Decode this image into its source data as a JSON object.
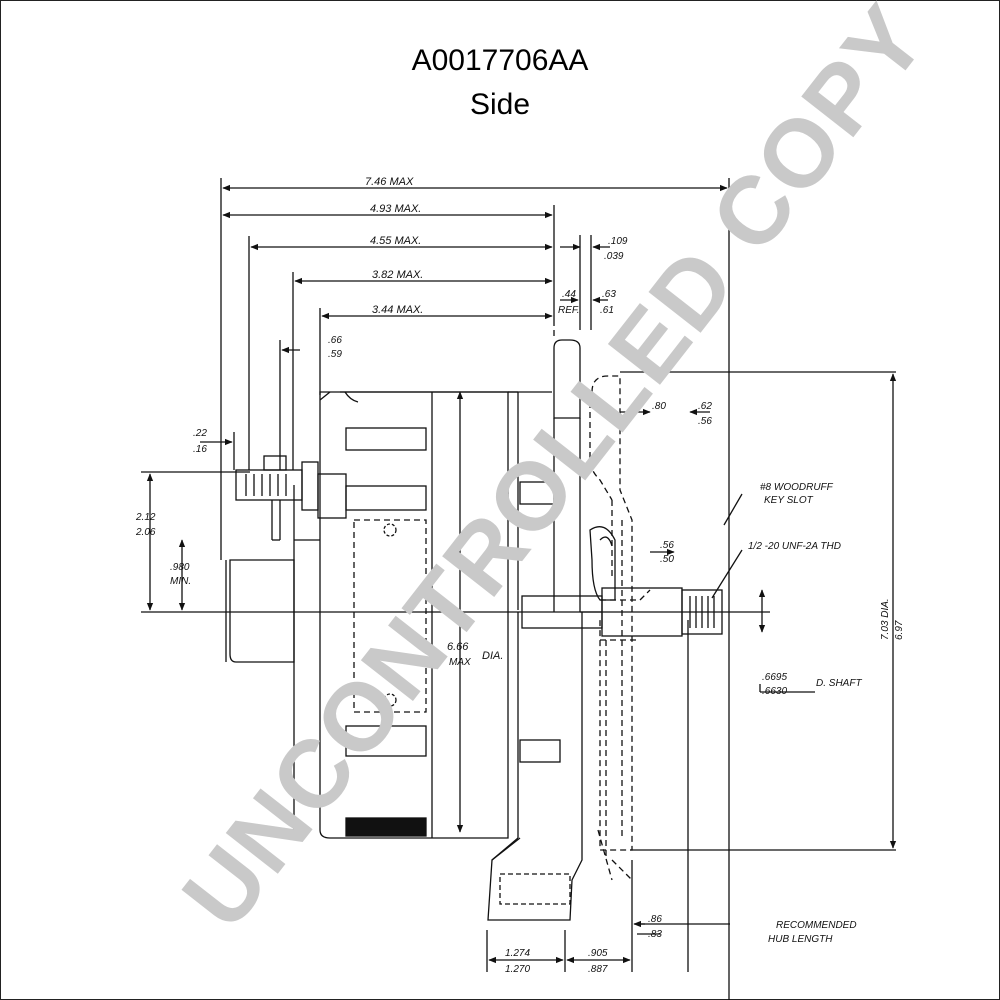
{
  "header": {
    "part_number": "A0017706AA",
    "view": "Side"
  },
  "watermark": "UNCONTROLLED COPY",
  "dimensions": {
    "overall_max": "7.46 MAX",
    "d493": "4.93 MAX.",
    "d455": "4.55 MAX.",
    "d382": "3.82 MAX.",
    "d344": "3.44 MAX.",
    "d109": ".109",
    "d039": ".039",
    "d44": ".44",
    "ref": "REF.",
    "d63": ".63",
    "d61": ".61",
    "d66": ".66",
    "d59": ".59",
    "d22": ".22",
    "d16": ".16",
    "d212": "2.12",
    "d206": "2.06",
    "d980": ".980",
    "min": "MIN.",
    "d80": ".80",
    "d62": ".62",
    "d56": ".56",
    "d56b": ".56",
    "d50": ".50",
    "d666": "6.66",
    "max_abbr": "MAX",
    "dia": "DIA.",
    "d703": "7.03 DIA.",
    "d697": "6.97",
    "d6695": ".6695",
    "d6630": ".6630",
    "shaft": "D. SHAFT",
    "d86": ".86",
    "d83": ".83",
    "d1274": "1.274",
    "d1270": "1.270",
    "d905": ".905",
    "d887": ".887"
  },
  "notes": {
    "woodruff_1": "#8 WOODRUFF",
    "woodruff_2": "KEY SLOT",
    "thread": "1/2 -20 UNF-2A THD",
    "hub_1": "RECOMMENDED",
    "hub_2": "HUB LENGTH"
  }
}
